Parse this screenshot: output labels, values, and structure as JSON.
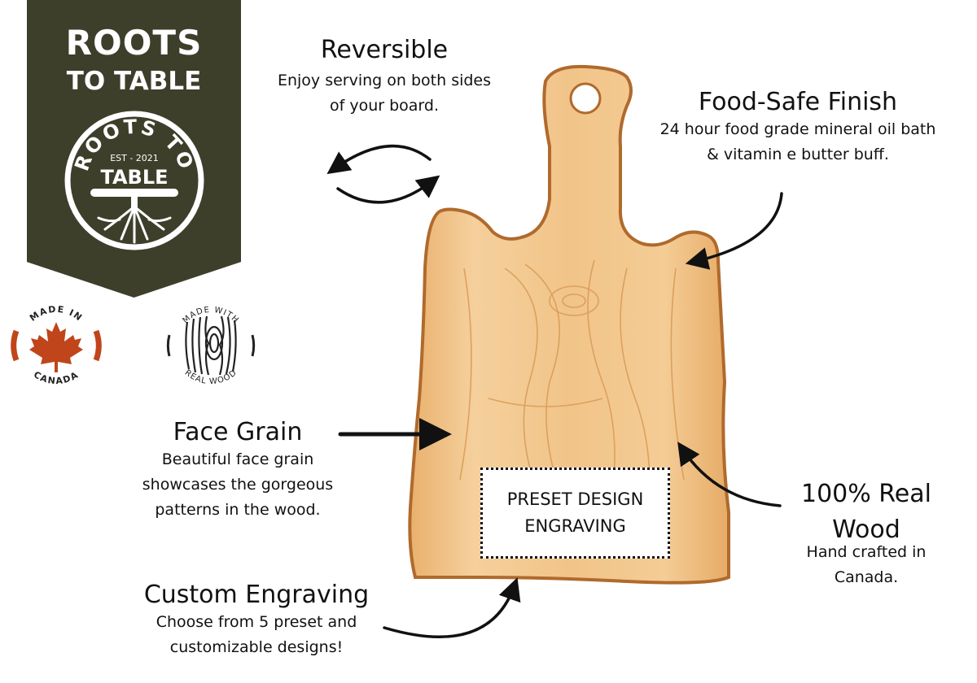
{
  "brand": {
    "line1": "ROOTS",
    "line2": "TO TABLE",
    "seal_top": "ROOTS TO",
    "seal_est": "EST - 2021",
    "seal_bottom": "TABLE",
    "banner_color": "#3d3f2a"
  },
  "badges": {
    "canada_top": "MADE IN",
    "canada_bottom": "CANADA",
    "wood_top": "MADE WITH",
    "wood_bottom": "REAL WOOD",
    "canada_color": "#c0451b",
    "icons": [
      "maple-leaf-icon",
      "wood-grain-icon"
    ]
  },
  "features": {
    "reversible": {
      "title": "Reversible",
      "desc": [
        "Enjoy serving on both sides",
        "of your board."
      ]
    },
    "food_safe": {
      "title": "Food-Safe Finish",
      "desc": [
        "24 hour food grade mineral oil bath",
        "& vitamin e butter buff."
      ]
    },
    "face_grain": {
      "title": "Face Grain",
      "desc": [
        "Beautiful face grain",
        "showcases the gorgeous",
        "patterns in the wood."
      ]
    },
    "real_wood": {
      "title": [
        "100% Real",
        "Wood"
      ],
      "desc": [
        "Hand crafted in",
        "Canada."
      ]
    },
    "custom": {
      "title": "Custom Engraving",
      "desc": [
        "Choose from 5 preset and",
        "customizable designs!"
      ]
    }
  },
  "engraving": {
    "line1": "PRESET DESIGN",
    "line2": "ENGRAVING"
  },
  "colors": {
    "wood": "#f0c488",
    "wood_edge": "#b06a2c",
    "ink": "#111111"
  }
}
